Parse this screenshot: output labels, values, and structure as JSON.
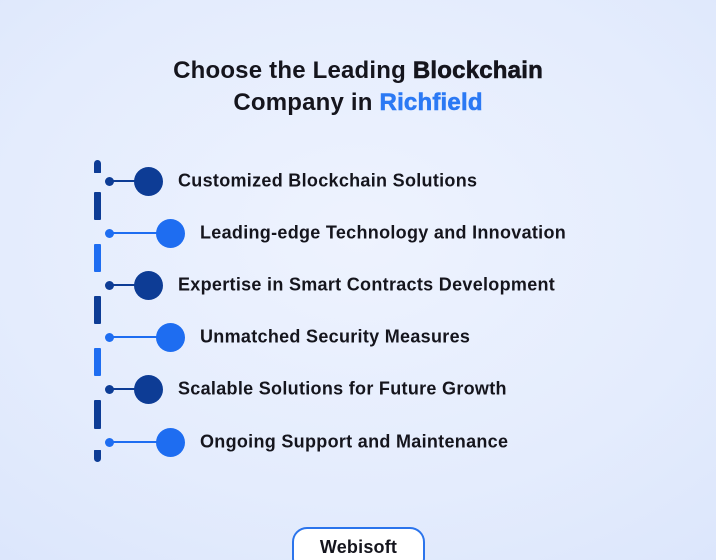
{
  "title": {
    "line1_regular": "Choose the Leading ",
    "line1_keyword": "Blockchain",
    "line2_regular": "Company in ",
    "line2_highlight": "Richfield"
  },
  "timeline": {
    "items": [
      {
        "label": "Customized Blockchain Solutions",
        "color": "navy"
      },
      {
        "label": "Leading-edge Technology and Innovation",
        "color": "blue"
      },
      {
        "label": "Expertise in Smart Contracts Development",
        "color": "navy"
      },
      {
        "label": "Unmatched Security Measures",
        "color": "blue"
      },
      {
        "label": "Scalable Solutions for Future Growth",
        "color": "navy"
      },
      {
        "label": "Ongoing Support and Maintenance",
        "color": "blue"
      }
    ]
  },
  "footer": {
    "brand_label": "Webisoft"
  },
  "colors": {
    "navy": "#0D3C95",
    "blue": "#1E6DF1",
    "highlight": "#2B79F4",
    "text": "#15151D",
    "badge_border": "#2B74EC",
    "bg_center": "#EEF3FE",
    "bg_edge": "#D9E4FB"
  }
}
